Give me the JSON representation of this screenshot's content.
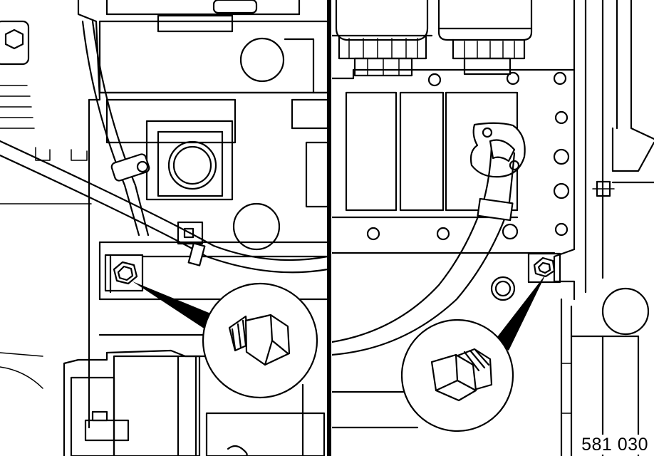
{
  "figure": {
    "code": "581 030",
    "panels": [
      {
        "position": "left",
        "detail_callout": "drain-plug-magnified"
      },
      {
        "position": "right",
        "detail_callout": "drain-plug-magnified"
      }
    ],
    "colors": {
      "line": "#000000",
      "background": "#ffffff"
    }
  }
}
